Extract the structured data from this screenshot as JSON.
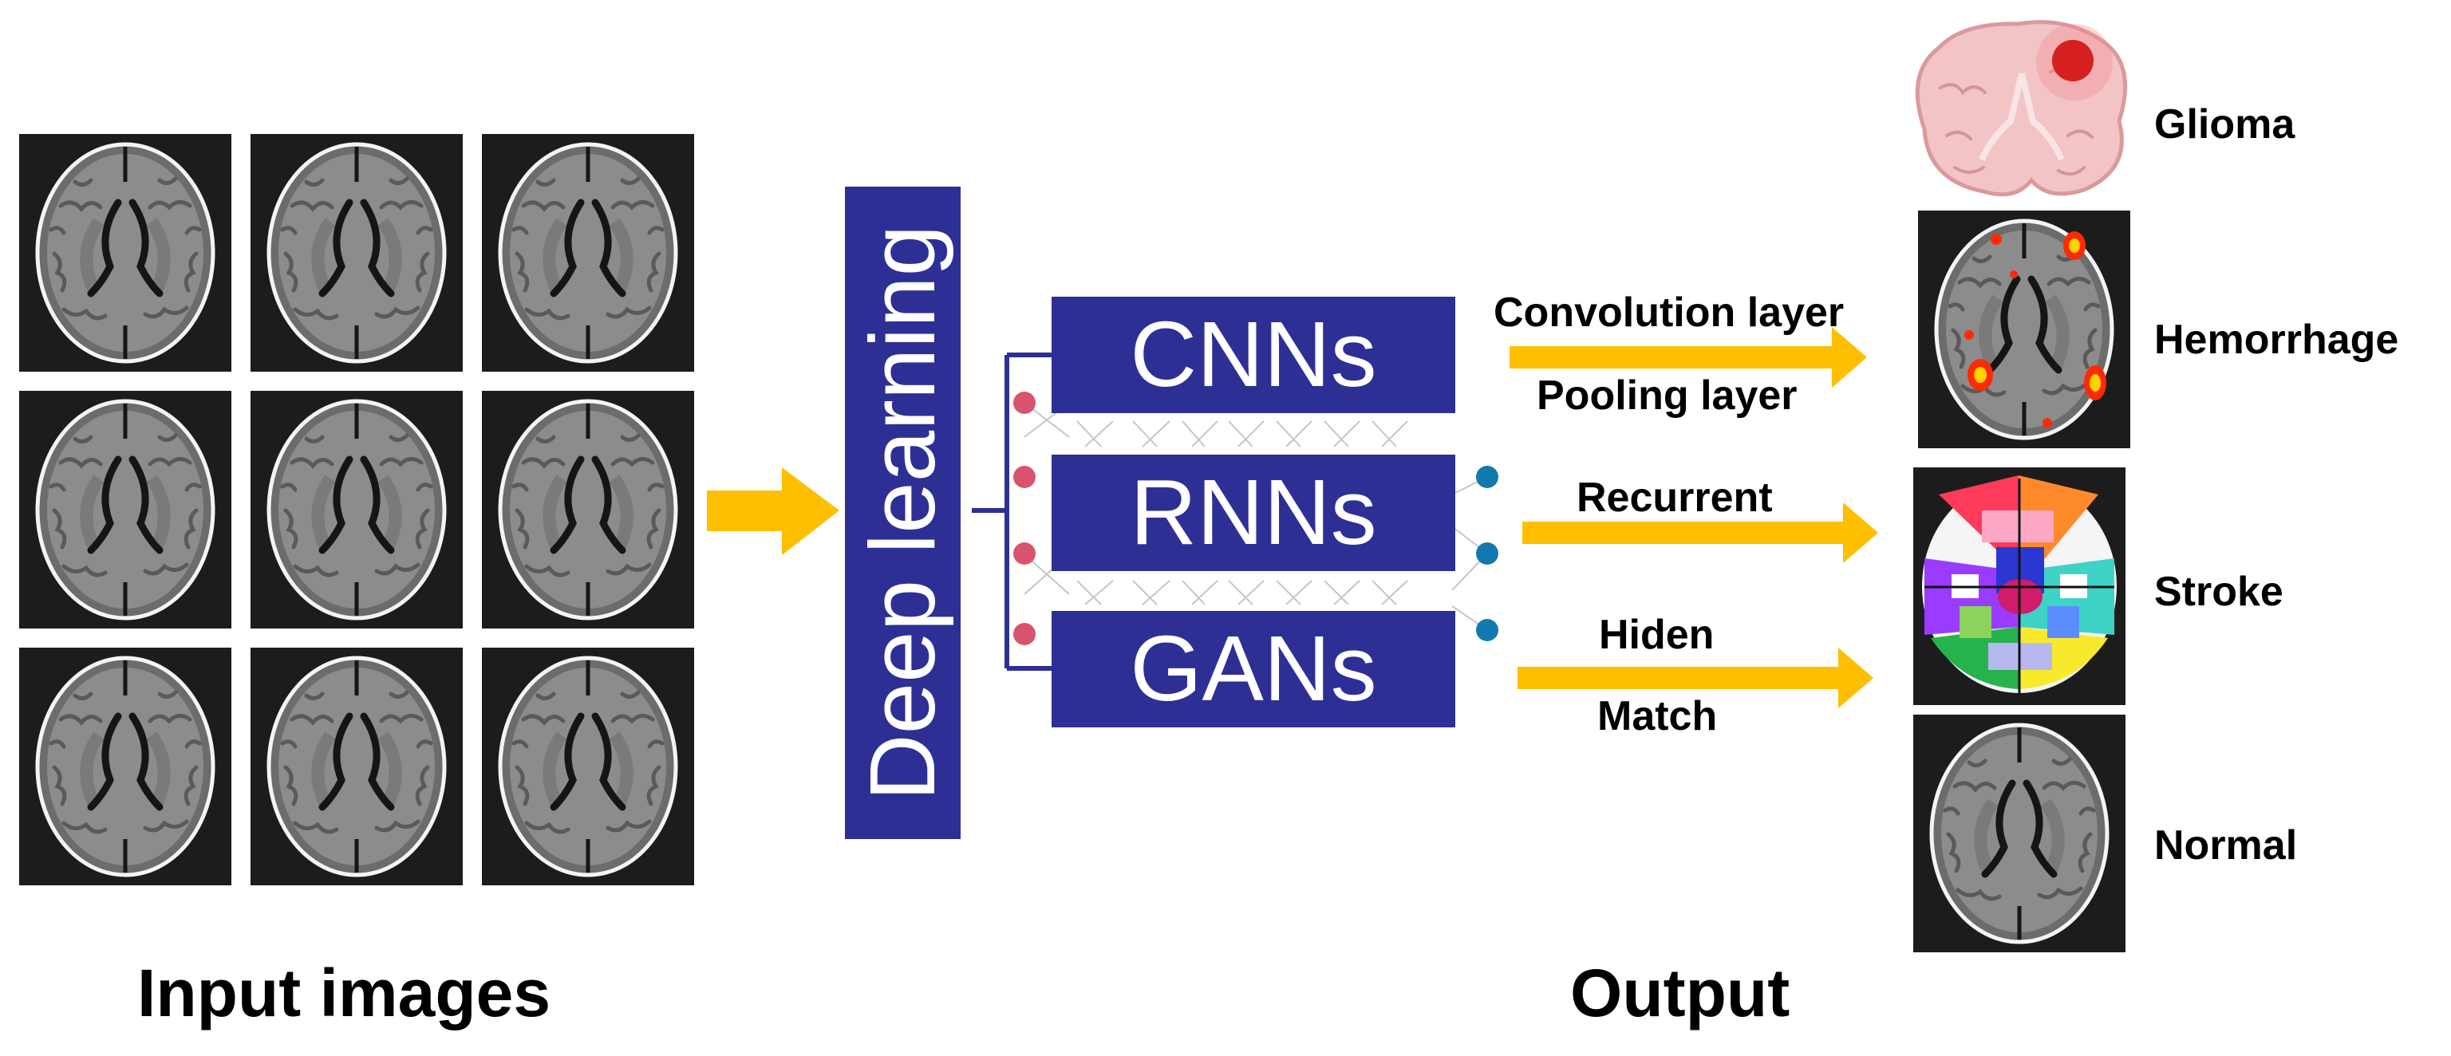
{
  "inputs": {
    "caption": "Input images",
    "grid_rows": 3,
    "grid_cols": 3
  },
  "deep_learning": {
    "label": "Deep learning"
  },
  "models": [
    {
      "label": "CNNs"
    },
    {
      "label": "RNNs"
    },
    {
      "label": "GANs"
    }
  ],
  "edges": [
    {
      "labels": [
        "Convolution layer",
        "Pooling layer"
      ]
    },
    {
      "labels": [
        "Recurrent"
      ]
    },
    {
      "labels": [
        "Hiden",
        "Match"
      ]
    }
  ],
  "outputs": {
    "caption": "Output",
    "items": [
      {
        "label": "Glioma",
        "image": "coronal-brain-with-tumor-illustration"
      },
      {
        "label": "Hemorrhage",
        "image": "axial-mri-with-bleed-overlay"
      },
      {
        "label": "Stroke",
        "image": "axial-mri-color-segmentation"
      },
      {
        "label": "Normal",
        "image": "axial-mri-normal"
      }
    ]
  },
  "colors": {
    "block": "#2e2f95",
    "arrow": "#fdbf00",
    "pink_node": "#d8546e",
    "blue_node": "#1478b0",
    "tile_bg": "#1c1c1c",
    "brain_gray": "#8a8a8a"
  }
}
